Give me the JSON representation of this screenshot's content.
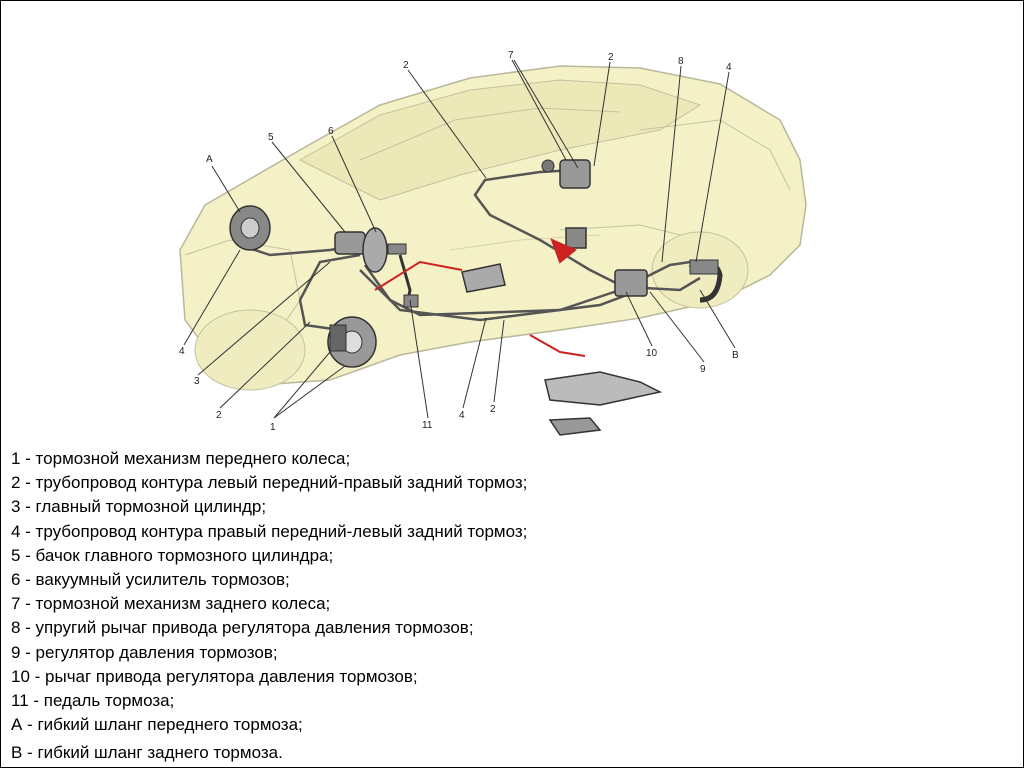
{
  "colors": {
    "car_body": "#f4f1c6",
    "car_outline": "#b9b89a",
    "pipe": "#555555",
    "arrow": "#cc2222"
  },
  "icons": [
    "car-outline-icon",
    "brake-disc-icon",
    "brake-drum-icon",
    "master-cylinder-icon",
    "pedal-icon",
    "regulator-icon"
  ],
  "callouts": {
    "A": "A",
    "n5": "5",
    "n6": "6",
    "n2_top": "2",
    "n7": "7",
    "n2_right": "2",
    "n8": "8",
    "n4_right": "4",
    "n4_left": "4",
    "n3": "3",
    "n2_left": "2",
    "n1": "1",
    "n11": "11",
    "n4_bottom": "4",
    "n2_bottom": "2",
    "n10": "10",
    "n9": "9",
    "B": "B"
  },
  "legend": [
    "1 - тормозной механизм переднего колеса;",
    "2 - трубопровод контура левый передний-правый задний тормоз;",
    "3 - главный тормозной цилиндр;",
    "4 - трубопровод контура правый передний-левый задний тормоз;",
    "5 - бачок главного тормозного цилиндра;",
    "6 - вакуумный усилитель тормозов;",
    "7 - тормозной механизм заднего колеса;",
    "8 - упругий рычаг привода регулятора давления тормозов;",
    "9 - регулятор давления тормозов;",
    "10 - рычаг привода регулятора давления тормозов;",
    "11 - педаль тормоза;",
    "А - гибкий шланг переднего тормоза;",
    "В - гибкий шланг заднего тормоза."
  ]
}
